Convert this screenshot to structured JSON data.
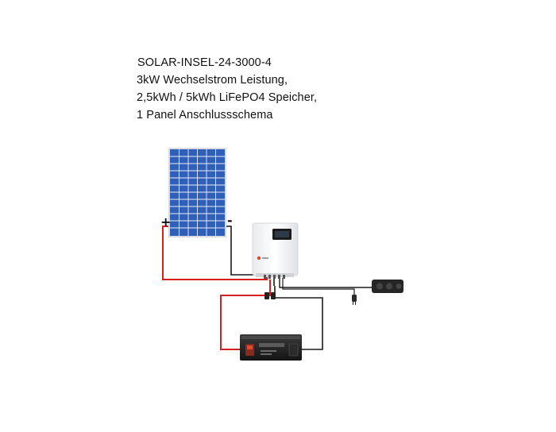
{
  "title": {
    "lines": [
      "SOLAR-INSEL-24-3000-4",
      "3kW  Wechselstrom Leistung,",
      "2,5kWh / 5kWh LiFePO4  Speicher,",
      "1 Panel Anschlussschema"
    ]
  },
  "panel": {
    "plus_label": "+",
    "minus_label": "-"
  },
  "colors": {
    "positive_wire": "#d42020",
    "negative_wire": "#1a1a1a",
    "panel_cell": "#2f5fb8",
    "panel_grid": "#e8eef8"
  }
}
